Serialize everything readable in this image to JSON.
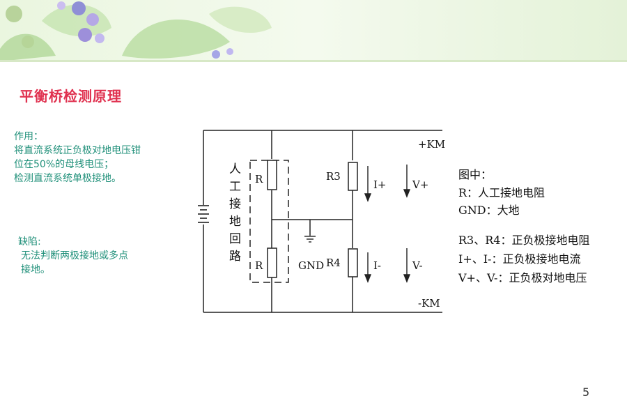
{
  "title": "平衡桥检测原理",
  "effect": {
    "heading": "作用：",
    "lines": [
      "将直流系统正负极对地电压钳",
      "位在50%的母线电压；",
      "检测直流系统单极接地。"
    ]
  },
  "defect": {
    "heading": "缺陷:",
    "lines": [
      "无法判断两极接地或多点",
      "接地。"
    ]
  },
  "diagram": {
    "label_pos": "+KM",
    "label_neg": "-KM",
    "r_top": "R",
    "r_bottom": "R",
    "r3": "R3",
    "r4": "R4",
    "gnd": "GND",
    "i_plus": "I+",
    "i_minus": "I-",
    "v_plus": "V+",
    "v_minus": "V-",
    "artificial_loop_chars": [
      "人",
      "工",
      "接",
      "地",
      "回",
      "路"
    ],
    "legend": [
      "图中：",
      "R：人工接地电阻",
      "GND：大地",
      "R3、R4：正负极接地电阻",
      "I+、I-：正负极接地电流",
      "V+、V-：正负极对地电压"
    ]
  },
  "page_number": "5"
}
